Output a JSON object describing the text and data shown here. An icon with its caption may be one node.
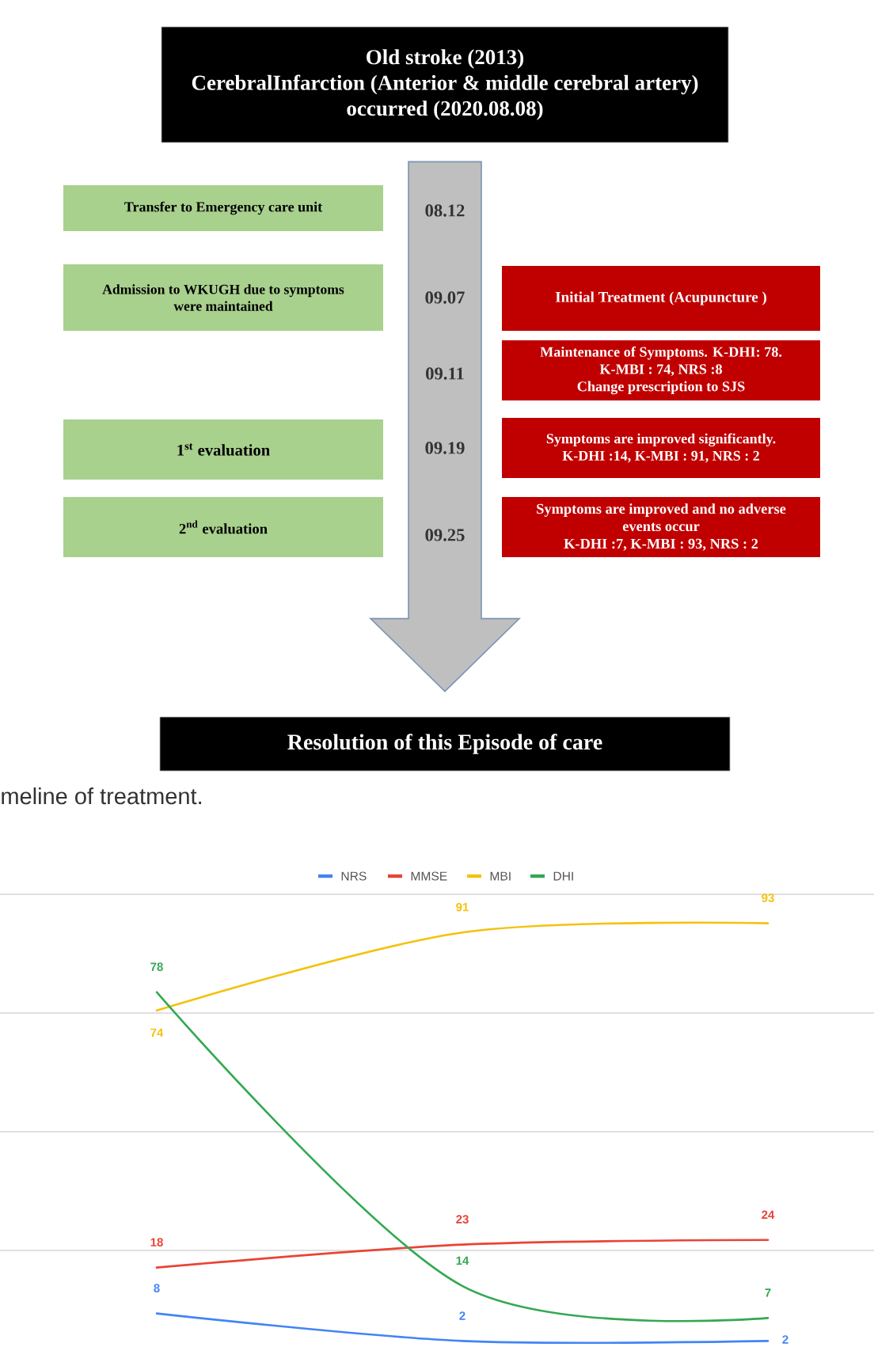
{
  "diagram": {
    "caption": "meline of treatment.",
    "nodes": [
      {
        "text": [
          "Old stroke (2013)",
          "CerebralInfarction (Anterior & middle cerebral artery) occurred (2020.08.08)"
        ]
      },
      {
        "text": [
          "Transfer to Emergency care unit"
        ]
      },
      {
        "text": [
          "Admission to WKUGH due to symptoms were maintained"
        ]
      },
      {
        "text": [
          "Initial Treatment (Acupuncture )"
        ]
      },
      {
        "text": [
          "Maintenance of Symptoms. K-DHI: 78. K-MBI : 74, NRS :8",
          "Change prescription to SJS"
        ]
      },
      {
        "text": [
          "1$^{st}$ evaluation"
        ]
      },
      {
        "text": [
          "Symptoms are improved significantly.",
          "K-DHI :14, K-MBI : 91, NRS : 2"
        ]
      },
      {
        "text": [
          "2$^{nd}$ evaluation"
        ]
      },
      {
        "text": [
          "Symptoms are improved and no adverse events occur",
          "K-DHI :7, K-MBI : 93, NRS : 2"
        ]
      },
      {
        "text": [
          "Resolution of this Episode of care"
        ]
      }
    ],
    "edges": [
      {
        "from": 0,
        "to": 9,
        "arrow": "to"
      }
    ],
    "labels": [
      "08.12",
      "09.07",
      "09.11",
      "09.19",
      "09.25"
    ],
    "chart_data": {
      "type": "line",
      "series": [
        {
          "name": "NRS",
          "color": "#4285f4",
          "values": [
            8,
            2,
            2
          ]
        },
        {
          "name": "MMSE",
          "color": "#ea4335",
          "values": [
            18,
            23,
            24
          ]
        },
        {
          "name": "MBI",
          "color": "#f4c20d",
          "values": [
            74,
            91,
            93
          ]
        },
        {
          "name": "DHI",
          "color": "#34a853",
          "values": [
            78,
            14,
            7
          ]
        }
      ],
      "data_labels": true,
      "legend": "top"
    }
  }
}
